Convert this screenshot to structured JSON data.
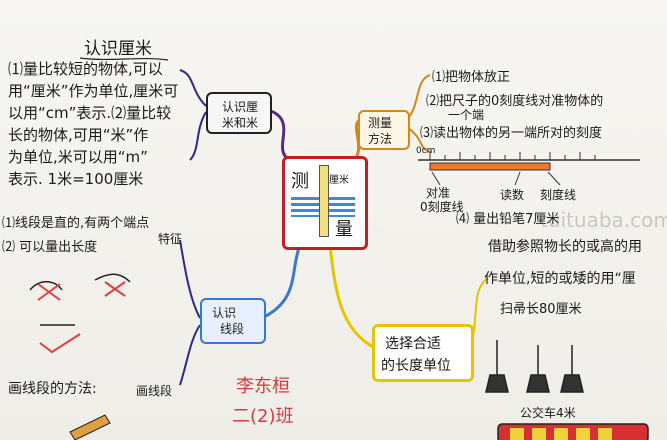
{
  "title": "认识厘米",
  "left_top": {
    "line1": "⑴量比较短的物体,可以",
    "line2": "用“厘米”作为单位,厘米可",
    "line3": "以用“cm”表示.⑵量比较",
    "line4": "长的物体,可用“米”作",
    "line5": "为单位,米可以用“m”",
    "line6": "表示. 1米=100厘米"
  },
  "node_cm": {
    "line1": "认识厘",
    "line2": "米和米"
  },
  "center": {
    "left": "测",
    "right": "量",
    "small": "厘米"
  },
  "node_measure": {
    "line1": "测量",
    "line2": "方法"
  },
  "measure_steps": {
    "s1": "⑴把物体放正",
    "s2": "⑵把尺子的0刻度线对准物体的",
    "s2b": "一个端",
    "s3": "⑶读出物体的另一端所对的刻度"
  },
  "ruler_labels": {
    "cm": "0cm",
    "zero": "对准",
    "zero2": "0刻度线",
    "read": "读数",
    "end": "刻度线"
  },
  "estimate": {
    "line1": "⑷ 量出铅笔7厘米",
    "line2": "借助参照物长的或高的用"
  },
  "node_line": {
    "line1": "认识",
    "line2": "线段"
  },
  "line_notes": {
    "l1": "⑴线段是直的,有两个端点",
    "l2": "⑵ 可以量出长度",
    "feature": "特征"
  },
  "drawing": {
    "label": "画线段的方法:",
    "side": "画线段"
  },
  "node_unit": {
    "line1": "选择合适",
    "line2": "的长度单位"
  },
  "unit_notes": {
    "n1": "作单位,短的或矮的用“厘",
    "n2": "扫帚长80厘米",
    "n3": "公交车4米"
  },
  "signature": {
    "name": "李东桓",
    "class": "二(2)班"
  },
  "watermark": "tuituaba.com"
}
